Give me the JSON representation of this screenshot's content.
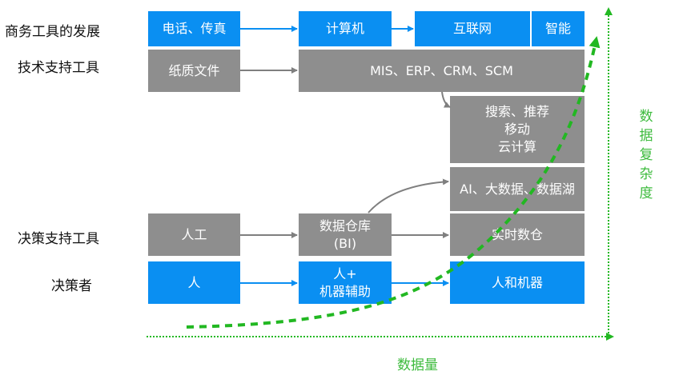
{
  "row_labels": {
    "business_tools": "商务工具的发展",
    "tech_support_tools": "技术支持工具",
    "decision_support_tools": "决策支持工具",
    "decision_makers": "决策者"
  },
  "boxes": {
    "phone_fax": "电话、传真",
    "computer": "计算机",
    "internet": "互联网",
    "smart": "智能",
    "paper_docs": "纸质文件",
    "enterprise_systems": "MIS、ERP、CRM、SCM",
    "search_lines": [
      "搜索、推荐",
      "移动",
      "云计算"
    ],
    "ai_bigdata": "AI、大数据、数据湖",
    "manual": "人工",
    "data_warehouse_lines": [
      "数据仓库",
      "(BI)"
    ],
    "realtime_dw": "实时数仓",
    "human": "人",
    "human_machine_lines": [
      "人+",
      "机器辅助"
    ],
    "human_and_machine": "人和机器"
  },
  "axes": {
    "x_label": "数据量",
    "y_label_chars": [
      "数",
      "据",
      "复",
      "杂",
      "度"
    ]
  },
  "colors": {
    "blue": "#0a8ff2",
    "gray": "#8e8e8e",
    "green": "#22b822",
    "axis_text": "#3dbb3d"
  }
}
